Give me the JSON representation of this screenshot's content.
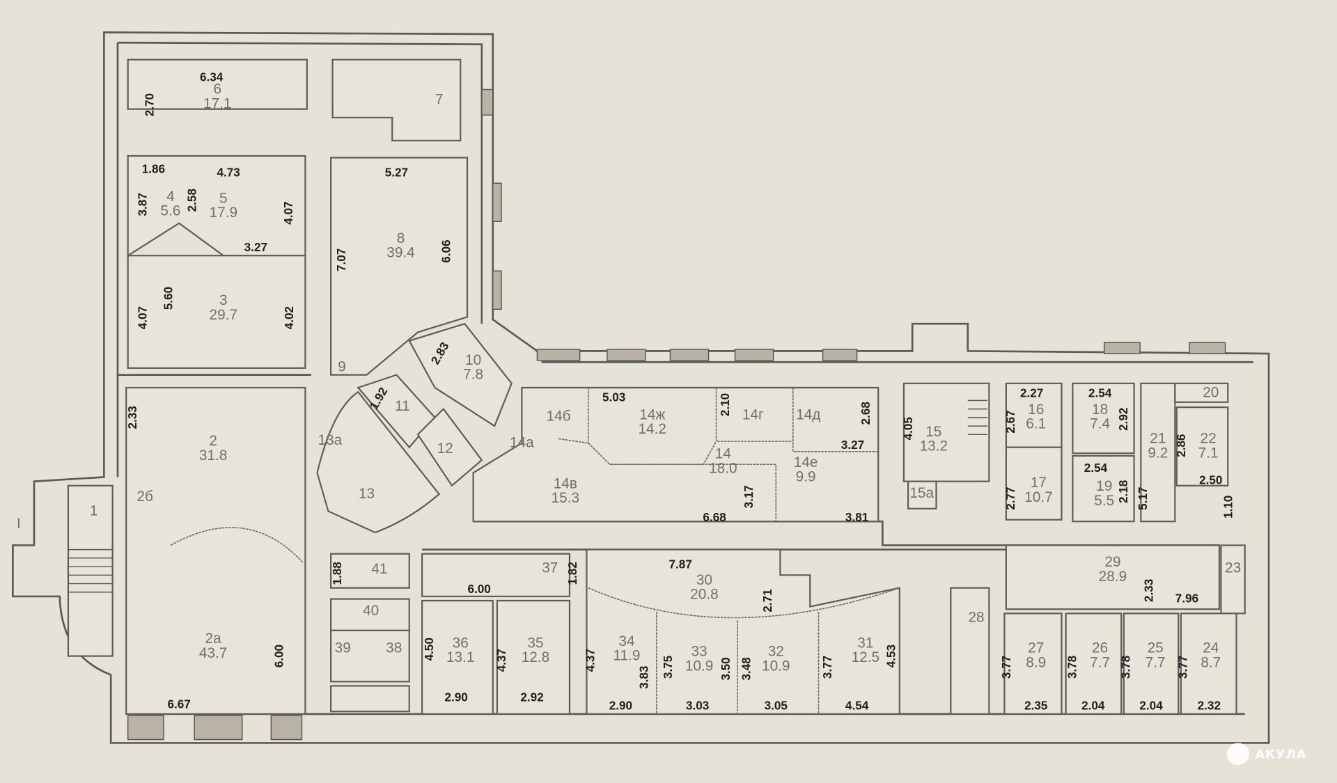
{
  "plan": {
    "section_mark": "I",
    "watermark": "АКУЛА",
    "rooms": [
      {
        "number": "1",
        "area": ""
      },
      {
        "number": "2",
        "area": "31.8"
      },
      {
        "number": "2а",
        "area": "43.7"
      },
      {
        "number": "2б",
        "area": ""
      },
      {
        "number": "3",
        "area": "29.7"
      },
      {
        "number": "4",
        "area": "5.6"
      },
      {
        "number": "5",
        "area": "17.9"
      },
      {
        "number": "6",
        "area": "17.1"
      },
      {
        "number": "7",
        "area": ""
      },
      {
        "number": "8",
        "area": "39.4"
      },
      {
        "number": "9",
        "area": ""
      },
      {
        "number": "10",
        "area": "7.8"
      },
      {
        "number": "11",
        "area": ""
      },
      {
        "number": "12",
        "area": ""
      },
      {
        "number": "13",
        "area": ""
      },
      {
        "number": "13а",
        "area": ""
      },
      {
        "number": "14",
        "area": "18.0"
      },
      {
        "number": "14а",
        "area": ""
      },
      {
        "number": "14б",
        "area": ""
      },
      {
        "number": "14в",
        "area": "15.3"
      },
      {
        "number": "14г",
        "area": ""
      },
      {
        "number": "14д",
        "area": ""
      },
      {
        "number": "14е",
        "area": "9.9"
      },
      {
        "number": "14ж",
        "area": "14.2"
      },
      {
        "number": "15",
        "area": "13.2"
      },
      {
        "number": "15а",
        "area": ""
      },
      {
        "number": "16",
        "area": "6.1"
      },
      {
        "number": "17",
        "area": "10.7"
      },
      {
        "number": "18",
        "area": "7.4"
      },
      {
        "number": "19",
        "area": "5.5"
      },
      {
        "number": "20",
        "area": ""
      },
      {
        "number": "21",
        "area": "9.2"
      },
      {
        "number": "22",
        "area": "7.1"
      },
      {
        "number": "23",
        "area": ""
      },
      {
        "number": "24",
        "area": "8.7"
      },
      {
        "number": "25",
        "area": "7.7"
      },
      {
        "number": "26",
        "area": "7.7"
      },
      {
        "number": "27",
        "area": "8.9"
      },
      {
        "number": "28",
        "area": ""
      },
      {
        "number": "29",
        "area": "28.9"
      },
      {
        "number": "30",
        "area": "20.8"
      },
      {
        "number": "31",
        "area": "12.5"
      },
      {
        "number": "32",
        "area": "10.9"
      },
      {
        "number": "33",
        "area": "10.9"
      },
      {
        "number": "34",
        "area": "11.9"
      },
      {
        "number": "35",
        "area": "12.8"
      },
      {
        "number": "36",
        "area": "13.1"
      },
      {
        "number": "37",
        "area": ""
      },
      {
        "number": "38",
        "area": ""
      },
      {
        "number": "39",
        "area": ""
      },
      {
        "number": "40",
        "area": ""
      },
      {
        "number": "41",
        "area": ""
      }
    ],
    "dimensions": [
      "6.34",
      "2.70",
      "1.86",
      "3.87",
      "4.73",
      "2.58",
      "4.07",
      "3.27",
      "5.27",
      "7.07",
      "6.06",
      "5.60",
      "4.07",
      "4.02",
      "2.83",
      "1.92",
      "2.33",
      "5.03",
      "2.10",
      "2.68",
      "3.27",
      "3.17",
      "6.68",
      "3.81",
      "4.05",
      "2.27",
      "2.67",
      "2.54",
      "2.92",
      "2.54",
      "2.18",
      "5.17",
      "2.86",
      "2.50",
      "1.10",
      "2.77",
      "1.88",
      "6.00",
      "1.82",
      "7.87",
      "2.71",
      "2.33",
      "7.96",
      "4.50",
      "4.37",
      "2.90",
      "2.92",
      "4.37",
      "3.83",
      "2.90",
      "3.75",
      "3.50",
      "3.03",
      "3.48",
      "3.05",
      "3.77",
      "4.53",
      "4.54",
      "6.00",
      "6.67",
      "3.77",
      "2.35",
      "3.78",
      "2.04",
      "3.78",
      "2.04",
      "3.77",
      "2.32"
    ]
  }
}
